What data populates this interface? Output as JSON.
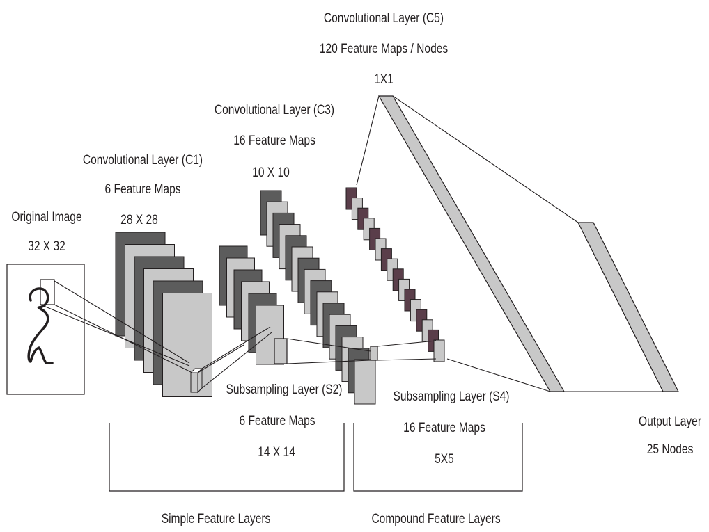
{
  "colors": {
    "dark": "#5c5c5c",
    "light": "#c8c8c8",
    "plum": "#5a3e4a",
    "line": "#231f20",
    "background": "#ffffff"
  },
  "labels": {
    "original_image": {
      "line1": "Original Image",
      "line2": "32 X 32"
    },
    "c1": {
      "line1": "Convolutional Layer (C1)",
      "line2": "6 Feature Maps",
      "line3": "28 X 28"
    },
    "c3": {
      "line1": "Convolutional Layer (C3)",
      "line2": "16 Feature Maps",
      "line3": "10 X 10"
    },
    "c5": {
      "line1": "Convolutional Layer (C5)",
      "line2": "120 Feature Maps / Nodes",
      "line3": "1X1"
    },
    "s2": {
      "line1": "Subsampling Layer (S2)",
      "line2": "6 Feature Maps",
      "line3": "14 X 14"
    },
    "s4": {
      "line1": "Subsampling Layer (S4)",
      "line2": "16 Feature Maps",
      "line3": "5X5"
    },
    "output": {
      "line1": "Output Layer",
      "line2": "25 Nodes"
    }
  },
  "groups": {
    "simple": "Simple Feature Layers",
    "compound": "Compound Feature Layers"
  }
}
